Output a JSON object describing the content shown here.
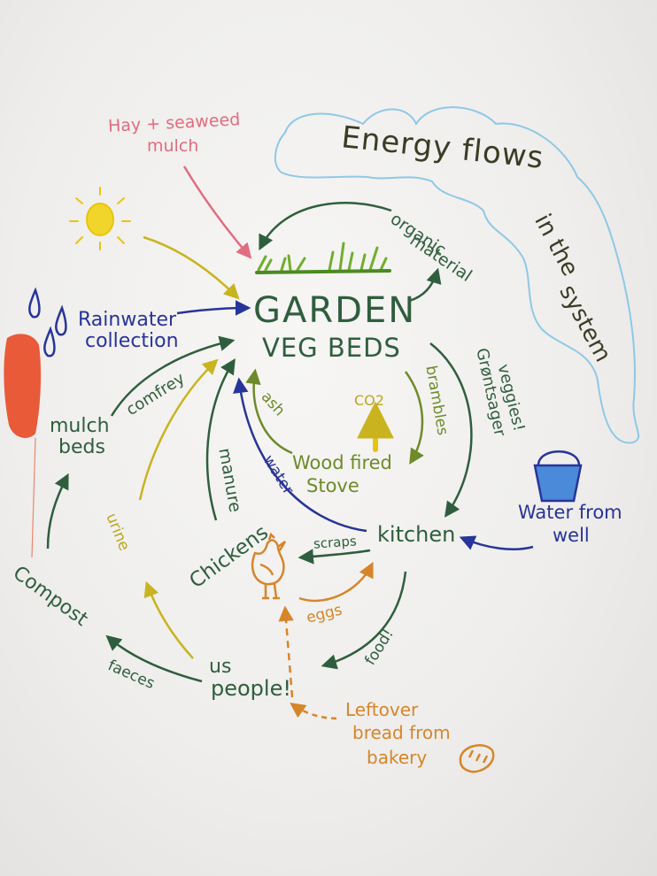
{
  "title": {
    "line1": "Energy flows",
    "line2": "in the",
    "line3": "system"
  },
  "center": {
    "line1": "GARDEN",
    "line2": "VEG BEDS"
  },
  "nodes": {
    "hay_mulch_1": "Hay + seaweed",
    "hay_mulch_2": "mulch",
    "organic_1": "organic",
    "organic_2": "material",
    "rain_1": "Rainwater",
    "rain_2": "collection",
    "mulch_beds_1": "mulch",
    "mulch_beds_2": "beds",
    "compost": "Compost",
    "stove_1": "Wood fired",
    "stove_2": "Stove",
    "co2": "CO2",
    "kitchen": "kitchen",
    "water_well_1": "Water from",
    "water_well_2": "well",
    "chickens": "Chickens",
    "us_1": "us",
    "us_2": "people!",
    "leftover_1": "Leftover",
    "leftover_2": "bread from",
    "leftover_3": "bakery"
  },
  "arrow_labels": {
    "comfrey": "comfrey",
    "manure": "manure",
    "water": "water",
    "ash": "ash",
    "brambles": "brambles",
    "veggies": "veggies!",
    "gronksager": "Grøntsager",
    "urine": "urine",
    "scraps": "scraps",
    "eggs": "eggs",
    "food": "food!",
    "faeces": "faeces"
  },
  "colors": {
    "paper": "#f2f1ef",
    "green": "#2f5e3e",
    "dark_blue": "#27349a",
    "olive": "#6e8a2a",
    "yellow": "#c9b420",
    "orange": "#d7852a",
    "pink": "#e26c80",
    "light_blue": "#8fc8e6",
    "red": "#e8401a"
  }
}
